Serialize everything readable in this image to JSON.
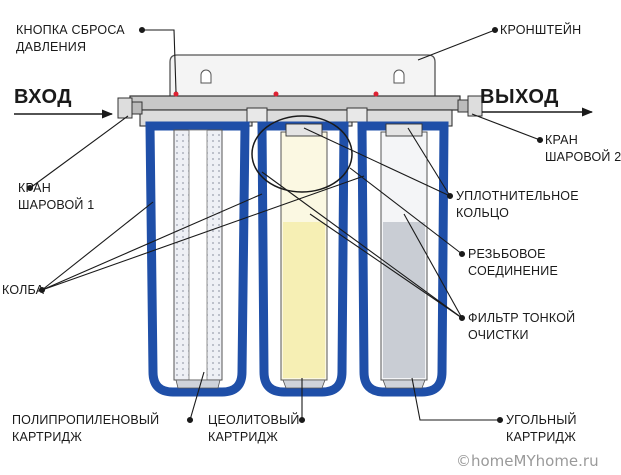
{
  "labels": {
    "reset_button": "КНОПКА СБРОСА\nДАВЛЕНИЯ",
    "bracket": "КРОНШТЕЙН",
    "inlet": "ВХОД",
    "outlet": "ВЫХОД",
    "valve2": "КРАН\nШАРОВОЙ 2",
    "valve1": "КРАН\nШАРОВОЙ 1",
    "seal_ring": "УПЛОТНИТЕЛЬНОЕ\nКОЛЬЦО",
    "thread": "РЕЗЬБОВОЕ\nСОЕДИНЕНИЕ",
    "flask": "КОЛБА",
    "fine_filter": "ФИЛЬТР ТОНКОЙ\nОЧИСТКИ",
    "pp_cartridge": "ПОЛИПРОПИЛЕНОВЫЙ\nКАРТРИДЖ",
    "zeolite_cartridge": "ЦЕОЛИТОВЫЙ\nКАРТРИДЖ",
    "carbon_cartridge": "УГОЛЬНЫЙ\nКАРТРИДЖ"
  },
  "watermark": "©homeMYhome.ru",
  "colors": {
    "flask_blue": "#2f6fd6",
    "flask_dark": "#1f4fa8",
    "zeolite": "#f6efb4",
    "carbon": "#c9cdd4",
    "pp": "#eef0f5",
    "line": "#1a1a1a"
  }
}
